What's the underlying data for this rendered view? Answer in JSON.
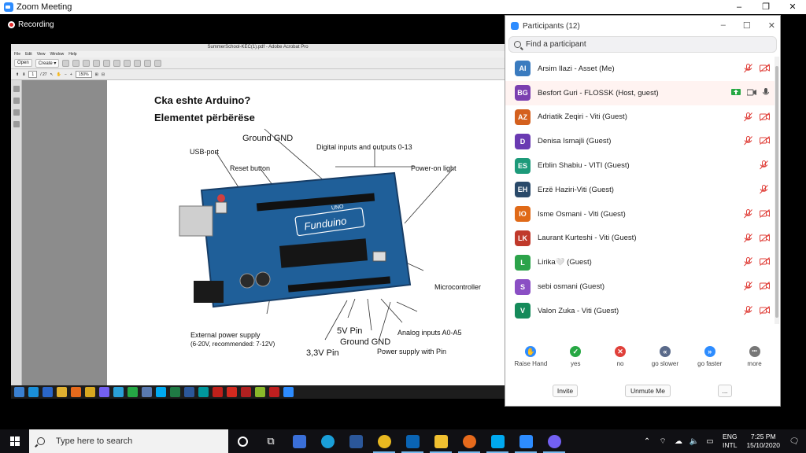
{
  "zoom": {
    "window_title": "Zoom Meeting",
    "recording_label": "Recording",
    "win_controls": [
      "–",
      "❐",
      "✕"
    ]
  },
  "acrobat": {
    "title": "SummerSchool-KEC(1).pdf - Adobe Acrobat Pro",
    "menu": [
      "File",
      "Edit",
      "View",
      "Window",
      "Help"
    ],
    "open_label": "Open",
    "create_label": "Create ▾",
    "page_current": "1",
    "page_total": "/ 27",
    "zoom_level": "150%"
  },
  "slide": {
    "title1": "Cka eshte Arduino?",
    "title2": "Elementet përbërëse",
    "labels": {
      "ground_gnd_top": "Ground GND",
      "digital_io": "Digital inputs and outputs 0-13",
      "usb_port": "USB-port",
      "reset_button": "Reset button",
      "power_on_light": "Power-on light",
      "microcontroller": "Microcontroller",
      "external_power_1": "External power supply",
      "external_power_2": "(6-20V, recommended: 7-12V)",
      "pin_5v": "5V Pin",
      "ground_gnd_bottom": "Ground GND",
      "analog_inputs": "Analog inputs A0-A5",
      "pin_33v": "3,3V Pin",
      "power_supply_with_pin": "Power supply with Pin",
      "board_brand": "Funduino",
      "board_model": "UNO"
    }
  },
  "participants": {
    "header": "Participants (12)",
    "search_placeholder": "Find a participant",
    "list": [
      {
        "initials": "AI",
        "color": "#3a7bbf",
        "name": "Arsim Ilazi - Asset (Me)",
        "highlight": false,
        "mic_off": true,
        "cam_off": true
      },
      {
        "initials": "BG",
        "color": "#7b3fb0",
        "name": "Besfort Guri - FLOSSK (Host, guest)",
        "highlight": true,
        "mic_off": false,
        "cam_off": false
      },
      {
        "initials": "AZ",
        "color": "#d4601e",
        "name": "Adriatik Zeqiri - Viti (Guest)",
        "highlight": false,
        "mic_off": true,
        "cam_off": true
      },
      {
        "initials": "D",
        "color": "#6a3ab2",
        "name": "Denisa Ismajli (Guest)",
        "highlight": false,
        "mic_off": true,
        "cam_off": true
      },
      {
        "initials": "ES",
        "color": "#1d9a7a",
        "name": "Erblin Shabiu - VITI (Guest)",
        "highlight": false,
        "mic_off": true,
        "cam_off": false
      },
      {
        "initials": "EH",
        "color": "#2a4a6a",
        "name": "Erzë Haziri-Viti (Guest)",
        "highlight": false,
        "mic_off": true,
        "cam_off": false
      },
      {
        "initials": "IO",
        "color": "#e06a18",
        "name": "Isme Osmani - Viti (Guest)",
        "highlight": false,
        "mic_off": true,
        "cam_off": true
      },
      {
        "initials": "LK",
        "color": "#c0392b",
        "name": "Laurant Kurteshi - Viti (Guest)",
        "highlight": false,
        "mic_off": true,
        "cam_off": true
      },
      {
        "initials": "L",
        "color": "#2ca34a",
        "name": "Lirika🤍 (Guest)",
        "highlight": false,
        "mic_off": true,
        "cam_off": true
      },
      {
        "initials": "S",
        "color": "#8a4fc4",
        "name": "sebi osmani (Guest)",
        "highlight": false,
        "mic_off": true,
        "cam_off": true
      },
      {
        "initials": "V",
        "color": "#158a5a",
        "name": "Valon Zuka - Viti (Guest)",
        "highlight": false,
        "mic_off": true,
        "cam_off": true
      }
    ],
    "actions": [
      {
        "label": "Raise Hand",
        "color": "#2d8cff",
        "glyph": "✋"
      },
      {
        "label": "yes",
        "color": "#27a844",
        "glyph": "✓"
      },
      {
        "label": "no",
        "color": "#e0403a",
        "glyph": "✕"
      },
      {
        "label": "go slower",
        "color": "#5a6a8a",
        "glyph": "«"
      },
      {
        "label": "go faster",
        "color": "#2d8cff",
        "glyph": "»"
      },
      {
        "label": "more",
        "color": "#777777",
        "glyph": "•••"
      }
    ],
    "invite_label": "Invite",
    "unmute_me_label": "Unmute Me",
    "more_label": "..."
  },
  "taskbar": {
    "search_placeholder": "Type here to search",
    "lang_1": "ENG",
    "lang_2": "INTL",
    "time": "7:25 PM",
    "date": "15/10/2020",
    "apps": [
      {
        "name": "cortana",
        "color": "#101014"
      },
      {
        "name": "task-view",
        "color": "#101014"
      },
      {
        "name": "store",
        "color": "#3a6fd8"
      },
      {
        "name": "edge",
        "color": "#1a9fd8"
      },
      {
        "name": "word",
        "color": "#2b579a"
      },
      {
        "name": "chrome",
        "color": "#e8b820"
      },
      {
        "name": "outlook",
        "color": "#0a64b4"
      },
      {
        "name": "file-explorer",
        "color": "#f0c030"
      },
      {
        "name": "firefox",
        "color": "#e66a1c"
      },
      {
        "name": "skype",
        "color": "#00a9f0"
      },
      {
        "name": "zoom",
        "color": "#2d8cff"
      },
      {
        "name": "viber",
        "color": "#7360f2"
      }
    ]
  }
}
